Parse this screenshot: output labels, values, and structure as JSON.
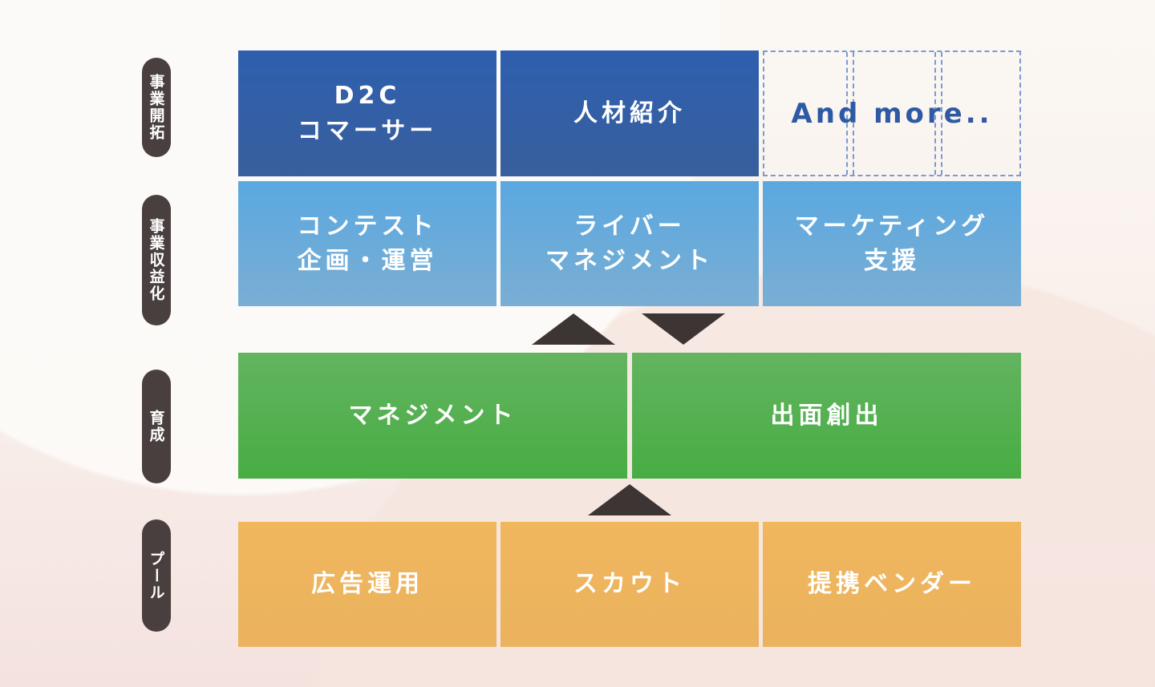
{
  "labels": [
    "事業開拓",
    "事業収益化",
    "育成",
    "プール"
  ],
  "row1": [
    "D2C\nコマーサー",
    "人材紹介"
  ],
  "and_more": "And more..",
  "row2": [
    "コンテスト\n企画・運営",
    "ライバー\nマネジメント",
    "マーケティング\n支援"
  ],
  "row3": [
    "マネジメント",
    "出面創出"
  ],
  "row4": [
    "広告運用",
    "スカウト",
    "提携ベンダー"
  ],
  "colors": {
    "dark_blue": "#2e5fae",
    "light_blue": "#5aa8e0",
    "green": "#4cb048",
    "orange": "#eeb45e",
    "label": "#4a3f3f"
  }
}
